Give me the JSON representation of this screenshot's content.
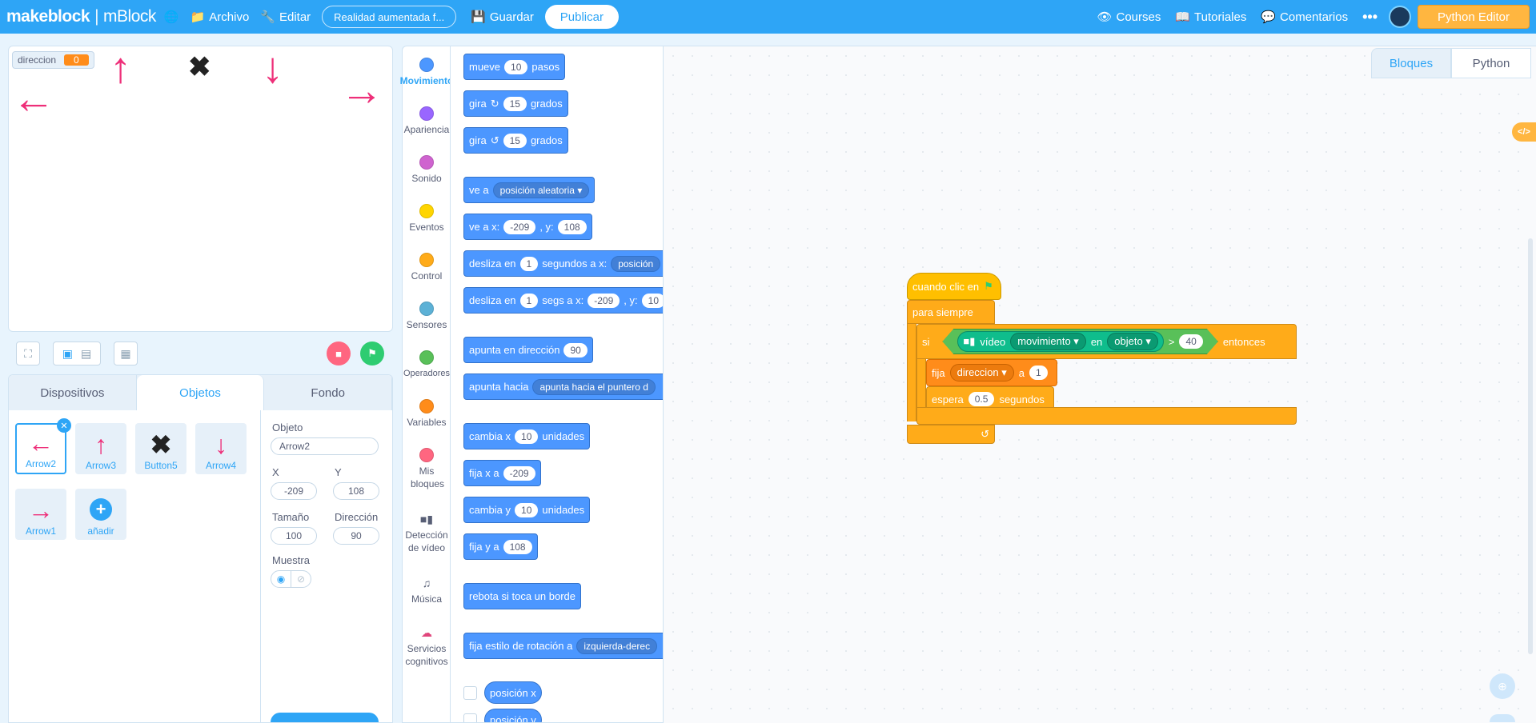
{
  "topbar": {
    "brand": "makeblock",
    "brand_sep": "|",
    "brand_product": "mBlock",
    "archivo": "Archivo",
    "editar": "Editar",
    "project_name": "Realidad aumentada f...",
    "guardar": "Guardar",
    "publicar": "Publicar",
    "courses": "Courses",
    "tutoriales": "Tutoriales",
    "comentarios": "Comentarios",
    "more": "•••",
    "python_editor": "Python Editor"
  },
  "stage": {
    "monitor_label": "direccion",
    "monitor_value": "0"
  },
  "panel_tabs": [
    "Dispositivos",
    "Objetos",
    "Fondo"
  ],
  "sprites": [
    {
      "name": "Arrow2",
      "glyph": "←"
    },
    {
      "name": "Arrow3",
      "glyph": "↑"
    },
    {
      "name": "Button5",
      "glyph": "✖"
    },
    {
      "name": "Arrow4",
      "glyph": "↓"
    },
    {
      "name": "Arrow1",
      "glyph": "→"
    },
    {
      "name": "añadir",
      "glyph": "+"
    }
  ],
  "props": {
    "objeto_label": "Objeto",
    "objeto_value": "Arrow2",
    "x_label": "X",
    "x_value": "-209",
    "y_label": "Y",
    "y_value": "108",
    "tamano_label": "Tamaño",
    "tamano_value": "100",
    "direccion_label": "Dirección",
    "direccion_value": "90",
    "muestra_label": "Muestra"
  },
  "categories": [
    {
      "label": "Movimiento",
      "color": "#4c97ff"
    },
    {
      "label": "Apariencia",
      "color": "#9966ff"
    },
    {
      "label": "Sonido",
      "color": "#cf63cf"
    },
    {
      "label": "Eventos",
      "color": "#ffd500"
    },
    {
      "label": "Control",
      "color": "#ffab19"
    },
    {
      "label": "Sensores",
      "color": "#5cb1d6"
    },
    {
      "label": "Operadores",
      "color": "#59c059"
    },
    {
      "label": "Variables",
      "color": "#ff8c1a"
    },
    {
      "label": "Mis bloques",
      "color": "#ff6680"
    },
    {
      "label": "Detección de vídeo",
      "icon": "video-icon"
    },
    {
      "label": "Música",
      "icon": "music-icon"
    },
    {
      "label": "Servicios cognitivos",
      "icon": "cloud-icon"
    }
  ],
  "palette": {
    "mueve": "mueve",
    "mueve_val": "10",
    "pasos": "pasos",
    "gira": "gira",
    "gira_val": "15",
    "grados": "grados",
    "ve_a": "ve a",
    "posicion_aleatoria": "posición aleatoria",
    "ve_a_x": "ve a x:",
    "x_val": "-209",
    "y_sep": ", y:",
    "y_val": "108",
    "desliza_en": "desliza en",
    "uno": "1",
    "segundos_a_x": "segundos a x:",
    "posicion_trunc": "posición",
    "segs_a_x": "segs a x:",
    "y_trunc": "10",
    "apunta_en_direccion": "apunta en dirección",
    "dir_val": "90",
    "apunta_hacia": "apunta hacia",
    "apunta_drop": "apunta hacia el puntero d",
    "cambia_x": "cambia x",
    "cambia_val": "10",
    "unidades": "unidades",
    "fija_x_a": "fija x a",
    "fija_y_a": "fija y a",
    "cambia_y": "cambia y",
    "rebota": "rebota si toca un borde",
    "fija_estilo": "fija estilo de rotación a",
    "estilo_drop": "izquierda-derec",
    "posicion_x": "posición x",
    "posicion_y": "posición y"
  },
  "workspace": {
    "tab_bloques": "Bloques",
    "tab_python": "Python",
    "code_toggle": "</>"
  },
  "script": {
    "cuando_clic": "cuando clic en",
    "para_siempre": "para siempre",
    "si": "si",
    "video": "vídeo",
    "movimiento": "movimiento",
    "en": "en",
    "objeto": "objeto",
    "gt": ">",
    "threshold": "40",
    "entonces": "entonces",
    "fija": "fija",
    "var_name": "direccion",
    "a": "a",
    "set_val": "1",
    "espera": "espera",
    "wait_val": "0.5",
    "segundos": "segundos",
    "loop_arrow": "↺"
  }
}
